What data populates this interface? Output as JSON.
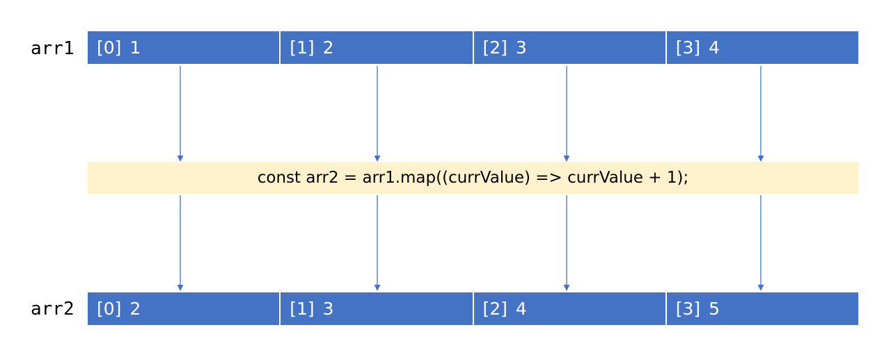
{
  "source_array": {
    "label": "arr1",
    "elements": [
      {
        "index": "[0]",
        "value": "1"
      },
      {
        "index": "[1]",
        "value": "2"
      },
      {
        "index": "[2]",
        "value": "3"
      },
      {
        "index": "[3]",
        "value": "4"
      }
    ]
  },
  "map_expression": "const arr2 = arr1.map((currValue) => currValue + 1);",
  "result_array": {
    "label": "arr2",
    "elements": [
      {
        "index": "[0]",
        "value": "2"
      },
      {
        "index": "[1]",
        "value": "3"
      },
      {
        "index": "[2]",
        "value": "4"
      },
      {
        "index": "[3]",
        "value": "5"
      }
    ]
  },
  "colors": {
    "cell_fill": "#4472c4",
    "cell_text": "#ffffff",
    "expression_fill": "#fff2cc",
    "arrow": "#4472c4"
  }
}
